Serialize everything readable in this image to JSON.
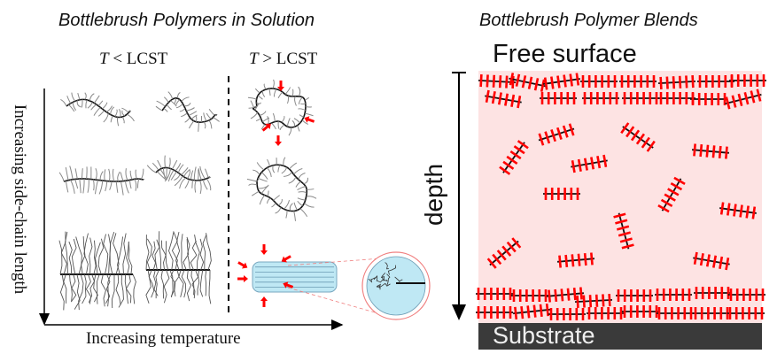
{
  "left_panel": {
    "title": "Bottlebrush Polymers in Solution",
    "col_below_italic": "T",
    "col_below_rest": " < LCST",
    "col_above_italic": "T",
    "col_above_rest": " > LCST",
    "y_axis_label": "Increasing side-chain length",
    "x_axis_label": "Increasing temperature"
  },
  "right_panel": {
    "title": "Bottlebrush Polymer Blends",
    "top_label": "Free surface",
    "depth_label": "depth",
    "bottom_label": "Substrate"
  },
  "colors": {
    "bristle": "#ff0000",
    "film": "#fde3e3",
    "substrate": "#3a3a3a",
    "micelle": "#bfe8f4"
  }
}
